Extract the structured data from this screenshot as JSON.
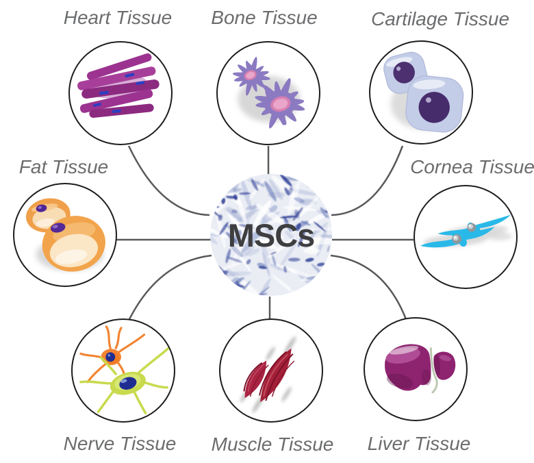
{
  "center": {
    "label": "MSCs"
  },
  "nodes": [
    {
      "id": "heart",
      "label": "Heart Tissue"
    },
    {
      "id": "bone",
      "label": "Bone Tissue"
    },
    {
      "id": "cartilage",
      "label": "Cartilage Tissue"
    },
    {
      "id": "fat",
      "label": "Fat Tissue"
    },
    {
      "id": "cornea",
      "label": "Cornea Tissue"
    },
    {
      "id": "nerve",
      "label": "Nerve Tissue"
    },
    {
      "id": "muscle",
      "label": "Muscle Tissue"
    },
    {
      "id": "liver",
      "label": "Liver Tissue"
    }
  ],
  "colors": {
    "label_text": "#6b6c6e",
    "center_text": "#3e3e40",
    "connector_line": "#58595b",
    "circle_outline": "#1f1c1d",
    "heart_fiber": "#9c3390",
    "heart_nucleus": "#2d3fc0",
    "bone_cell": "#8b7ac1",
    "bone_nucleus": "#d77fb2",
    "cartilage_cell": "#c4cde8",
    "cartilage_nucleus": "#4c3070",
    "fat_cell": "#f2a44c",
    "fat_nucleus": "#552a96",
    "cornea_cell": "#29b9e8",
    "nerve_cell_orange": "#f28432",
    "nerve_cell_green": "#c8da4d",
    "nerve_nucleus": "#1f2d92",
    "muscle_fiber": "#a32038",
    "liver": "#8e2370",
    "msc_stain": "#2c3c96"
  }
}
